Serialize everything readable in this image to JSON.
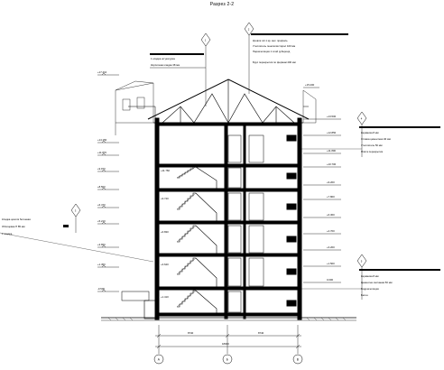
{
  "title": "Разрез 2-2",
  "callouts": {
    "c1": {
      "id": "1",
      "lines": [
        "1 кладка штукатурка",
        "Кирпичная кладка 38 мм"
      ]
    },
    "c2": {
      "id": "2",
      "lines": [
        "Кровля п/к 1 кр. мет. профиль",
        "Утеплитель пенополистирол 100 мм",
        "Пароизоляция 1 слой рубероид",
        "Брус перекрытия по фермам 200 мм"
      ]
    },
    "c3": {
      "id": "3",
      "lines": [
        "Кладка цоколя бетонная",
        "Облицовка П 85 мм",
        "1 кладка"
      ]
    },
    "c4": {
      "id": "4",
      "lines": [
        "Керамика 8 мм",
        "Стяжка цементная 40 мм",
        "Утеплитель 50 мм",
        "Плита перекрытия"
      ]
    },
    "c5": {
      "id": "5",
      "lines": [
        "Керамика 8 мм",
        "Цементно-песчаная 50 мм",
        "Гидроизоляция",
        "Бетон"
      ]
    }
  },
  "elevations_left": [
    "+17.410",
    "+14.150",
    "+11.870",
    "+9.970",
    "+8.500",
    "+6.470",
    "+5.210",
    "+3.650",
    "+1.450",
    "-0.500"
  ],
  "elevations_right": [
    "+15.200",
    "+13.500",
    "+12.850",
    "+11.800",
    "+10.700",
    "+9.200",
    "+7.800",
    "+6.300",
    "+4.700",
    "+3.200",
    "+1.500",
    "0.000"
  ],
  "stair_marks": [
    "+11.760",
    "+9.740",
    "+6.830",
    "+3.640",
    "+1.410"
  ],
  "dims": {
    "left": "8740",
    "right": "8740",
    "total": "18000"
  },
  "axes": [
    "А",
    "Б",
    "В"
  ]
}
